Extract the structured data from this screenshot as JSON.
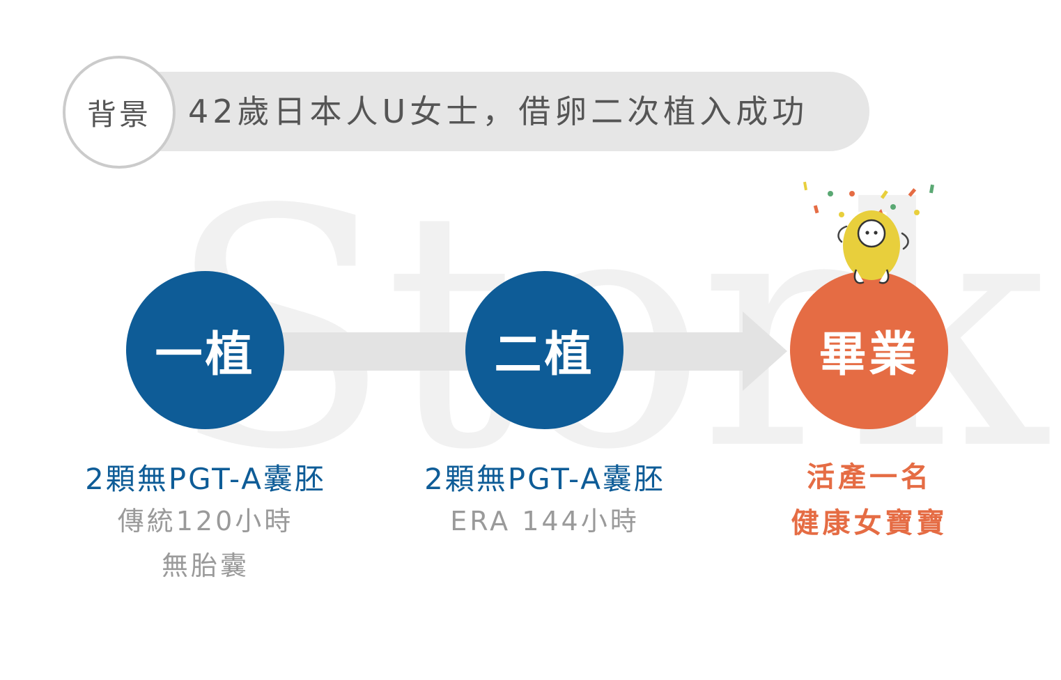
{
  "watermark": "Stork",
  "background": {
    "label": "背景",
    "headline": "42歲日本人U女士，借卵二次植入成功"
  },
  "stages": [
    {
      "label": "一植",
      "color": "#0e5c97",
      "caption": "2顆無PGT-A囊胚",
      "details": [
        "傳統120小時",
        "無胎囊"
      ]
    },
    {
      "label": "二植",
      "color": "#0e5c97",
      "caption": "2顆無PGT-A囊胚",
      "details": [
        "ERA 144小時"
      ]
    },
    {
      "label": "畢業",
      "color": "#e56c44",
      "details": [
        "活產一名",
        "健康女寶寶"
      ]
    }
  ],
  "colors": {
    "primary_blue": "#0e5c97",
    "accent_orange": "#e56c44",
    "bar_gray": "#e6e6e6",
    "mascot_yellow": "#e8cf3c"
  },
  "icons": [
    "mascot-egg-icon",
    "confetti-icon",
    "arrow-right-icon"
  ]
}
